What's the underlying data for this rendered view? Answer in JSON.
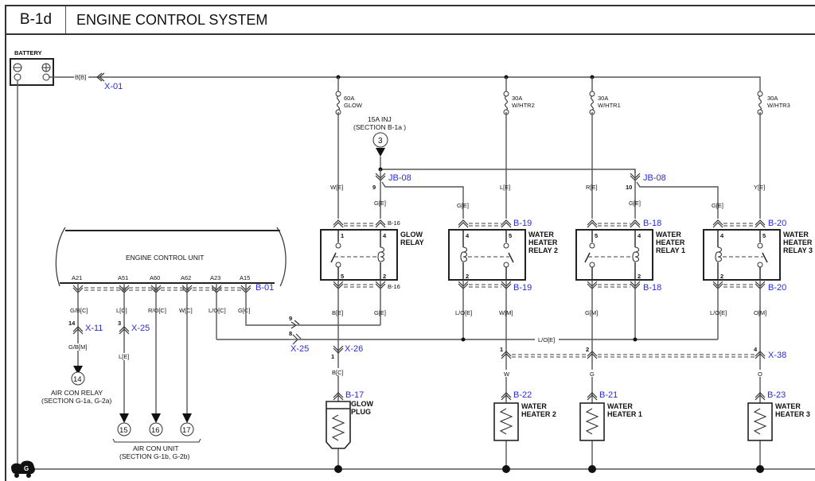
{
  "header": {
    "code": "B-1d",
    "title": "ENGINE CONTROL SYSTEM"
  },
  "battery": {
    "label": "BATTERY",
    "wire": "B[B]",
    "connector": "X-01"
  },
  "fuses": [
    {
      "rating": "60A",
      "name": "GLOW",
      "wire": "W[E]"
    },
    {
      "rating": "30A",
      "name": "W/HTR2",
      "wire": "L[E]"
    },
    {
      "rating": "30A",
      "name": "W/HTR1",
      "wire": "R[E]"
    },
    {
      "rating": "30A",
      "name": "W/HTR3",
      "wire": "Y[E]"
    }
  ],
  "inj_ref": {
    "line1": "15A INJ",
    "line2": "(SECTION B-1a )",
    "circle": "3"
  },
  "junction": {
    "name": "JB-08",
    "pin_a": "9",
    "pin_b": "10",
    "wire": "G[E]"
  },
  "relays": [
    {
      "name_lines": [
        "GLOW",
        "RELAY"
      ],
      "connector": "B-16",
      "pins": [
        "1",
        "4",
        "5",
        "2"
      ],
      "out_wires": [
        "B[E]",
        "G[E]"
      ]
    },
    {
      "name_lines": [
        "WATER",
        "HEATER",
        "RELAY 2"
      ],
      "connector": "B-19",
      "pins": [
        "4",
        "5",
        "2"
      ],
      "out_wires": [
        "L/O[E]",
        "W[M]"
      ]
    },
    {
      "name_lines": [
        "WATER",
        "HEATER",
        "RELAY 1"
      ],
      "connector": "B-18",
      "pins": [
        "5",
        "4",
        "2"
      ],
      "out_wires": [
        "G[M]"
      ]
    },
    {
      "name_lines": [
        "WATER",
        "HEATER",
        "RELAY 3"
      ],
      "connector": "B-20",
      "pins": [
        "4",
        "5",
        "2"
      ],
      "out_wires": [
        "L/O[E]",
        "O[M]"
      ]
    }
  ],
  "ecu": {
    "label": "ENGINE CONTROL UNIT",
    "connector": "B-01",
    "pins": [
      {
        "pin": "A21",
        "wire": "G/B[C]"
      },
      {
        "pin": "A51",
        "wire": "L[C]"
      },
      {
        "pin": "A60",
        "wire": "R/O[C]"
      },
      {
        "pin": "A62",
        "wire": "W[C]"
      },
      {
        "pin": "A23",
        "wire": "L/O[C]"
      },
      {
        "pin": "A15",
        "wire": "G[C]"
      }
    ]
  },
  "connectors": {
    "x11": {
      "name": "X-11",
      "pin": "14",
      "wire": "G/B[M]"
    },
    "x25a": {
      "name": "X-25",
      "pin": "3",
      "wire": "L[E]"
    },
    "x25b": {
      "name": "X-25",
      "pin_a": "9",
      "pin_b": "8"
    },
    "x26": {
      "name": "X-26",
      "pin": "1",
      "wire": "B[C]"
    },
    "x38": {
      "name": "X-38",
      "pins": [
        "1",
        "2",
        "4"
      ],
      "wires": [
        "W",
        "G",
        "O"
      ]
    },
    "bus_wire": "L/O[E]"
  },
  "refs": {
    "air_con_relay": {
      "circle": "14",
      "line1": "AIR CON RELAY",
      "line2": "(SECTION G-1a, G-2a)"
    },
    "air_con_unit": {
      "circles": [
        "15",
        "16",
        "17"
      ],
      "line1": "AIR CON UNIT",
      "line2": "(SECTION G-1b, G-2b)"
    }
  },
  "loads": [
    {
      "connector": "B-17",
      "name_lines": [
        "GLOW",
        "PLUG"
      ]
    },
    {
      "connector": "B-22",
      "name_lines": [
        "WATER",
        "HEATER 2"
      ]
    },
    {
      "connector": "B-21",
      "name_lines": [
        "WATER",
        "HEATER 1"
      ]
    },
    {
      "connector": "B-23",
      "name_lines": [
        "WATER",
        "HEATER 3"
      ]
    }
  ],
  "ground": {
    "symbol": "G"
  }
}
